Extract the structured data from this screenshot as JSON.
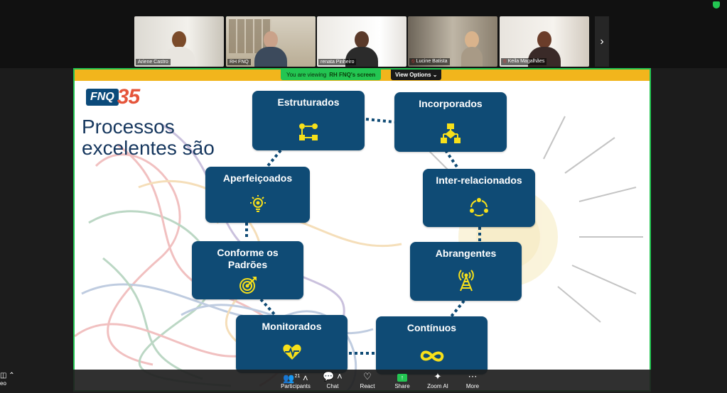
{
  "participants": [
    {
      "name": "Ariene Castro",
      "muted": false,
      "active": false
    },
    {
      "name": "RH FNQ",
      "muted": false,
      "active": true
    },
    {
      "name": "renata Pinheiro",
      "muted": false,
      "active": false
    },
    {
      "name": "Lucine Batista",
      "muted": true,
      "active": false
    },
    {
      "name": "Keila Magalhães",
      "muted": true,
      "active": false
    }
  ],
  "banner": {
    "viewing_prefix": "You are viewing",
    "viewing_owner": "RH FNQ's screen",
    "view_options": "View Options"
  },
  "slide": {
    "logo_text": "FNQ",
    "logo_number": "35",
    "title_line1": "Processos",
    "title_line2": "excelentes são",
    "cards": [
      {
        "key": "estruturados",
        "label": "Estruturados",
        "icon": "flowchart-arrows-icon"
      },
      {
        "key": "incorporados",
        "label": "Incorporados",
        "icon": "hierarchy-icon"
      },
      {
        "key": "aperfeicoados",
        "label": "Aperfeiçoados",
        "icon": "lightbulb-icon"
      },
      {
        "key": "inter",
        "label": "Inter-relacionados",
        "icon": "cycle-arrows-icon"
      },
      {
        "key": "conforme",
        "label_line1": "Conforme os",
        "label_line2": "Padrões",
        "icon": "target-icon"
      },
      {
        "key": "abrangentes",
        "label": "Abrangentes",
        "icon": "antenna-icon"
      },
      {
        "key": "monitorados",
        "label": "Monitorados",
        "icon": "heartbeat-icon"
      },
      {
        "key": "continuos",
        "label": "Contínuos",
        "icon": "infinity-icon"
      }
    ]
  },
  "toolbar": {
    "participants_label": "Participants",
    "participants_count": "21",
    "chat_label": "Chat",
    "react_label": "React",
    "share_label": "Share",
    "zoom_ai_label": "Zoom AI",
    "more_label": "More",
    "left_partial_label": "eo"
  },
  "colors": {
    "accent_green": "#23c552",
    "card_blue": "#0f4b75",
    "icon_yellow": "#f7e01a",
    "slide_bar": "#f2b51c"
  }
}
